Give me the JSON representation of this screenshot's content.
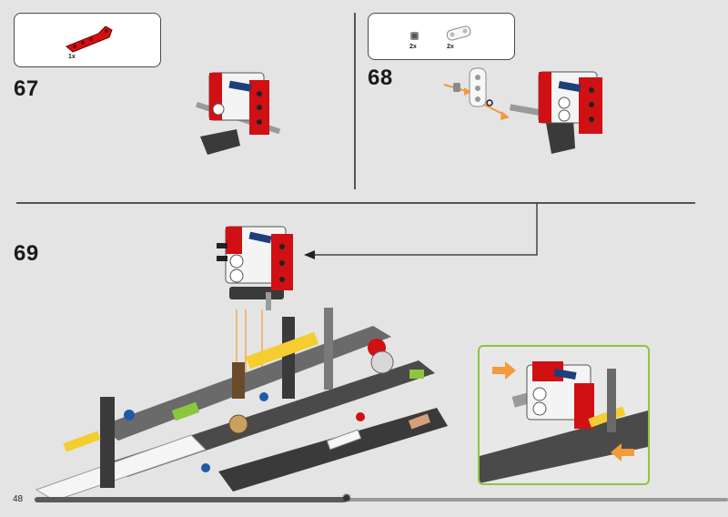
{
  "page": {
    "number": "48",
    "progress": 0.45
  },
  "steps": [
    {
      "number": "67",
      "parts": [
        {
          "qty": "1x",
          "part": "red-beam"
        }
      ]
    },
    {
      "number": "68",
      "parts": [
        {
          "qty": "2x",
          "part": "grey-bush"
        },
        {
          "qty": "2x",
          "part": "white-connector"
        }
      ]
    },
    {
      "number": "69"
    }
  ],
  "colors": {
    "background": "#e4e4e4",
    "lego_red": "#d01012",
    "lego_white": "#f4f4f4",
    "dark_grey": "#3a3a3a",
    "lime": "#8cc63f",
    "yellow": "#f5cd2f",
    "azure": "#1e5aa8",
    "arrow_orange": "#f39a3a"
  }
}
